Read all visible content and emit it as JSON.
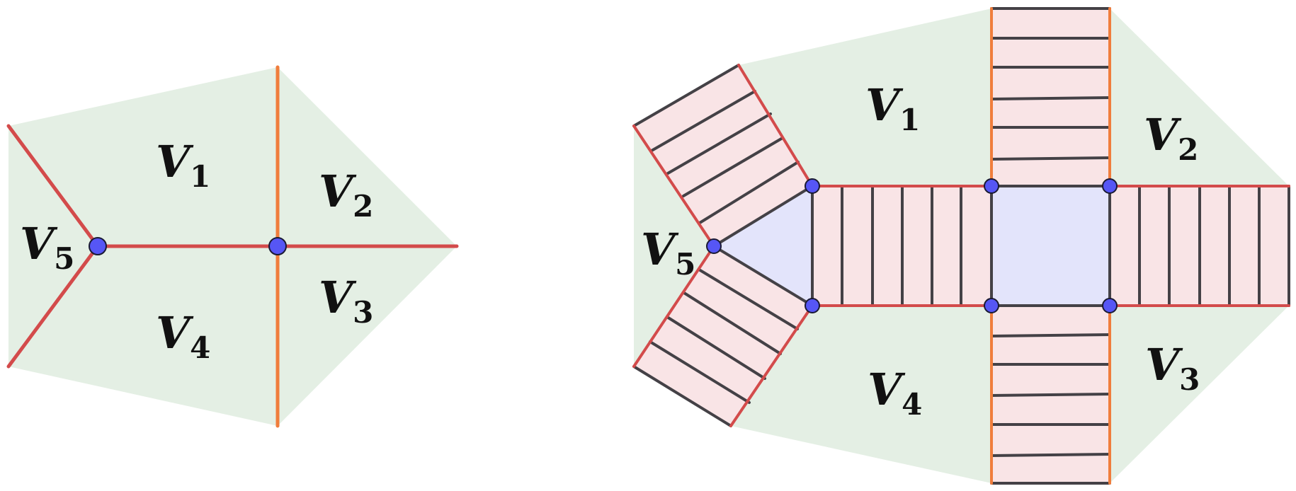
{
  "colors": {
    "region_fill": "#e4efe4",
    "strip_fill": "#f9e4e6",
    "node_face_fill": "#e3e4fb",
    "red_edge": "#d34b4b",
    "orange_edge": "#f07d3c",
    "dark_edge": "#444146",
    "node_fill": "#5656f5",
    "node_stroke": "#1a1a33"
  },
  "left_diagram": {
    "labels": [
      {
        "name": "V",
        "sub": "1"
      },
      {
        "name": "V",
        "sub": "2"
      },
      {
        "name": "V",
        "sub": "3"
      },
      {
        "name": "V",
        "sub": "4"
      },
      {
        "name": "V",
        "sub": "5"
      }
    ]
  },
  "right_diagram": {
    "labels": [
      {
        "name": "V",
        "sub": "1"
      },
      {
        "name": "V",
        "sub": "2"
      },
      {
        "name": "V",
        "sub": "3"
      },
      {
        "name": "V",
        "sub": "4"
      },
      {
        "name": "V",
        "sub": "5"
      }
    ]
  }
}
